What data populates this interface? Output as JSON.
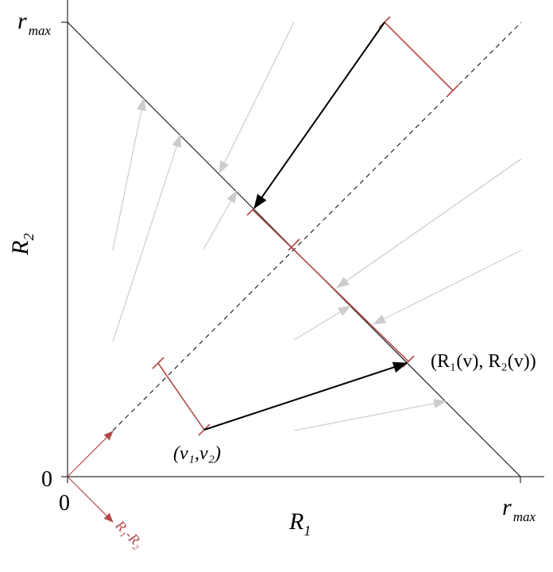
{
  "labels": {
    "y_axis_top": "r",
    "y_axis_top_sub": "max",
    "y_axis_name": "R",
    "y_axis_name_sub": "2",
    "y_origin": "0",
    "x_origin": "0",
    "x_axis_name": "R",
    "x_axis_name_sub": "1",
    "x_axis_right": "r",
    "x_axis_right_sub": "max",
    "point_v": "(v₁,v₂)",
    "point_R": "(R₁(v), R₂(v))",
    "diff_vector": "R₁-R₂"
  },
  "colors": {
    "axis": "#000000",
    "accent": "#b24a4a",
    "faint_arrow": "#cccccc",
    "main_arrow": "#000000"
  }
}
